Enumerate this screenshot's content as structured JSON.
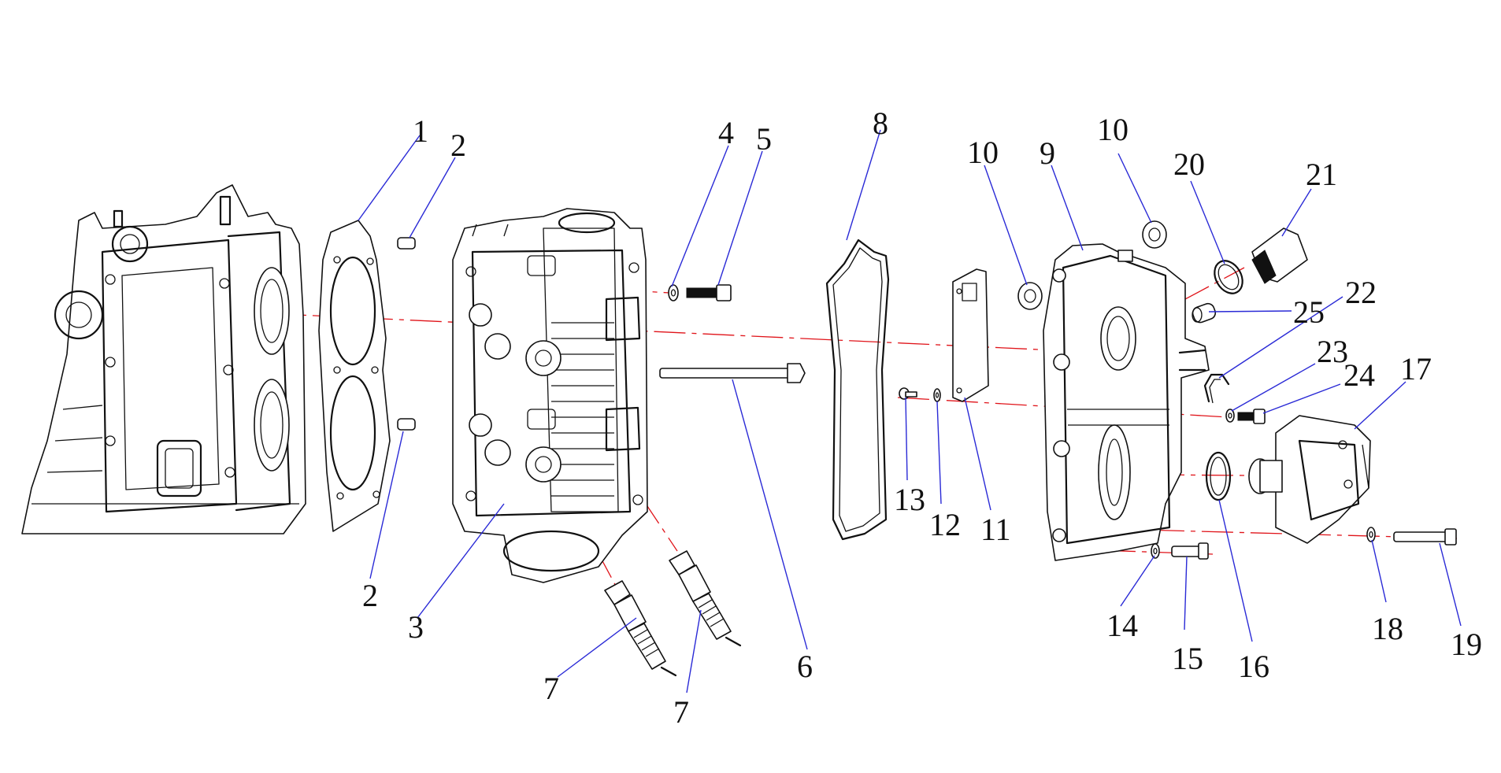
{
  "diagram": {
    "callouts": [
      "1",
      "2",
      "2",
      "3",
      "4",
      "5",
      "6",
      "7",
      "7",
      "8",
      "10",
      "9",
      "10",
      "20",
      "21",
      "22",
      "25",
      "23",
      "24",
      "17",
      "13",
      "12",
      "11",
      "14",
      "15",
      "16",
      "18",
      "19"
    ]
  }
}
